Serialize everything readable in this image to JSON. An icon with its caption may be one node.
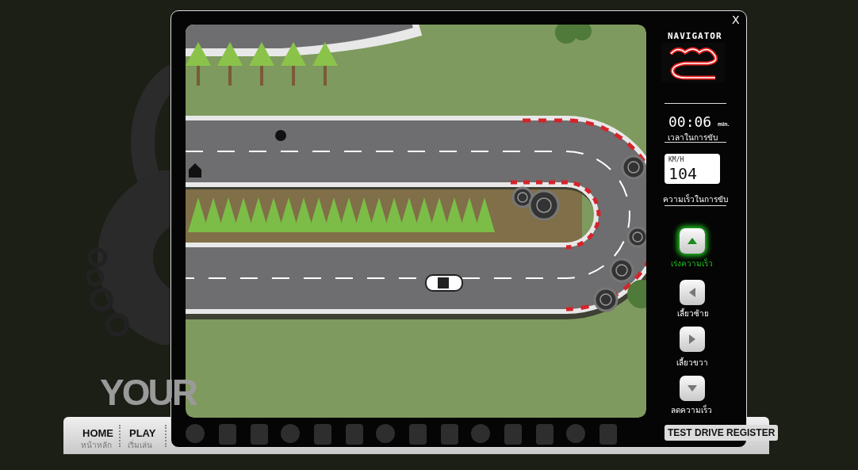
{
  "diagram": {
    "labels": [
      "YOUR",
      "HOME",
      "หน้าหลัก",
      "PLAY",
      "เริ่มเล่น",
      "TEST DRIVE REGISTER",
      "X",
      "NAVIGATOR",
      "00:06",
      "min.",
      "เวลาในการขับ",
      "KM/H",
      "104",
      "ความเร็วในการขับ",
      "เร่งความเร็ว",
      "เลี้ยวซ้าย",
      "เลี้ยวขวา",
      "ลดความเร็ว"
    ]
  }
}
